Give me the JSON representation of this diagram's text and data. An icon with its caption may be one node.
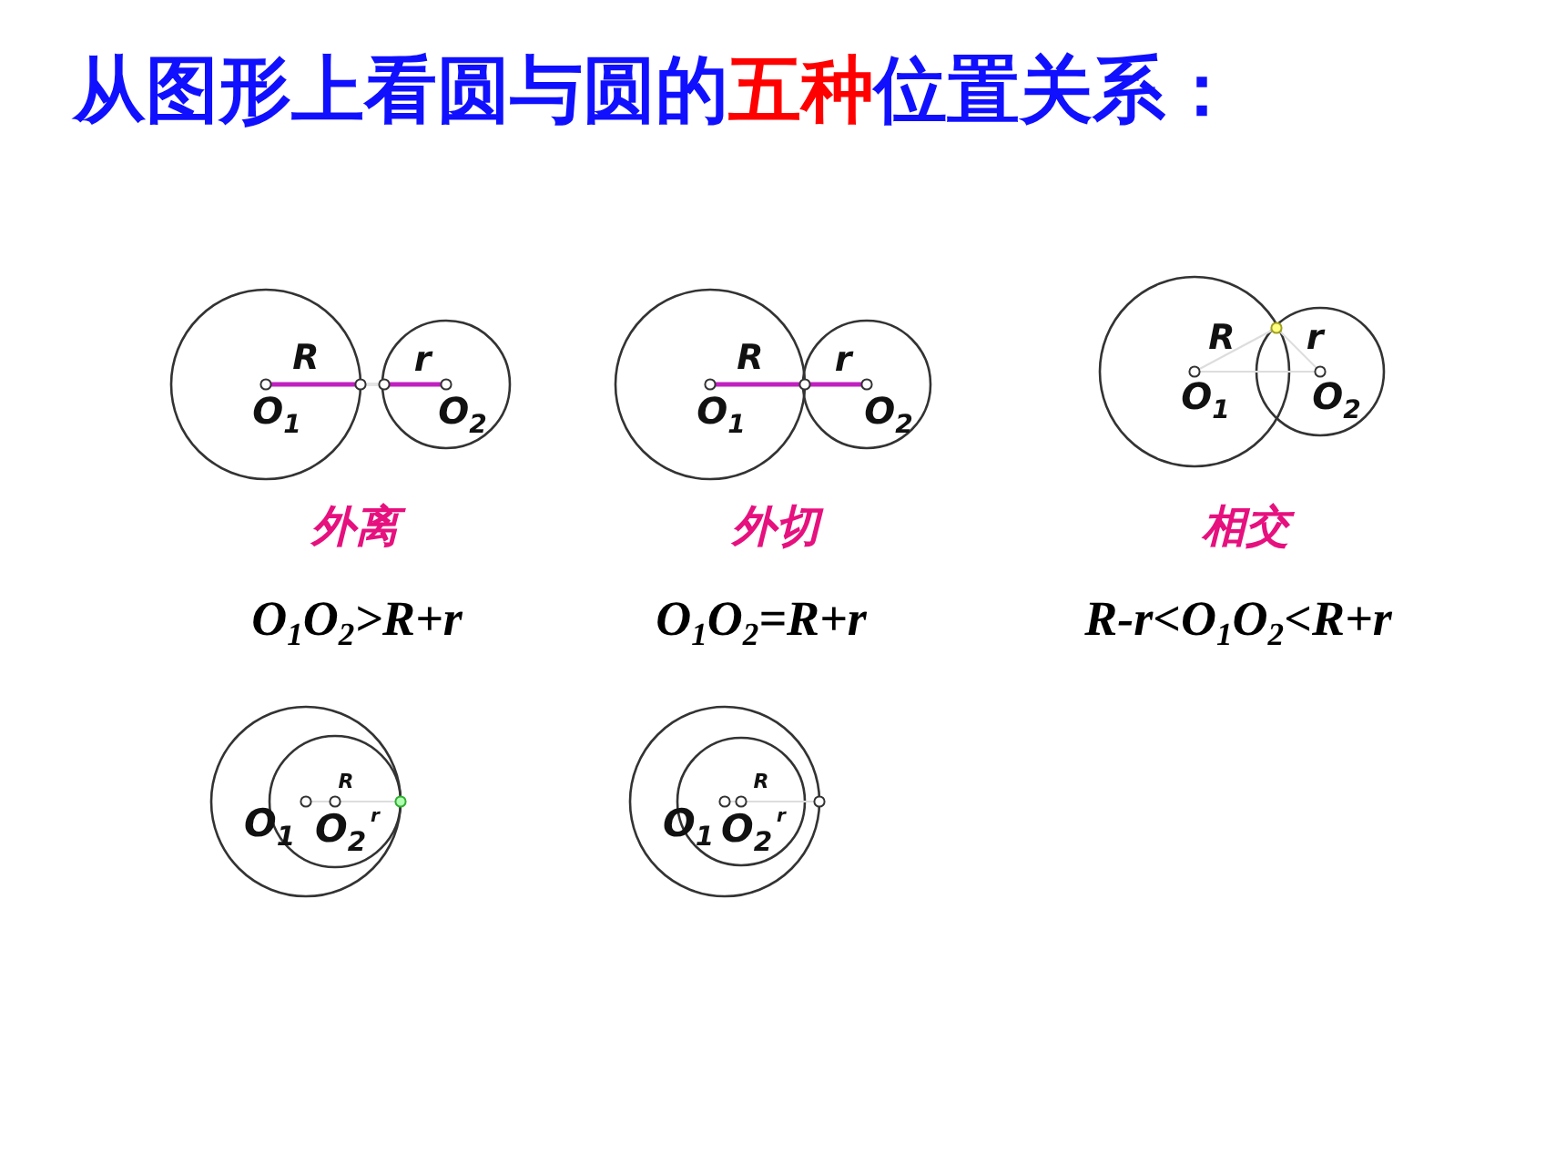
{
  "diagram": {
    "title": "从图形上看圆与圆的**五种**位置关系：",
    "labels": [
      "R",
      "r",
      "O$_{1}$",
      "O$_{2}$",
      "R",
      "r",
      "O$_{1}$",
      "O$_{2}$",
      "R",
      "r",
      "O$_{1}$",
      "O$_{2}$",
      "外离",
      "外切",
      "相交",
      "O$_{1}$O$_{2}$>R+r",
      "O$_{1}$O$_{2}$=R+r",
      "R-r<O$_{1}$O$_{2}$<R+r",
      "R",
      "O$_{1}$",
      "O$_{2}$",
      "r",
      "R",
      "O$_{1}$",
      "O$_{2}$",
      "r"
    ]
  }
}
